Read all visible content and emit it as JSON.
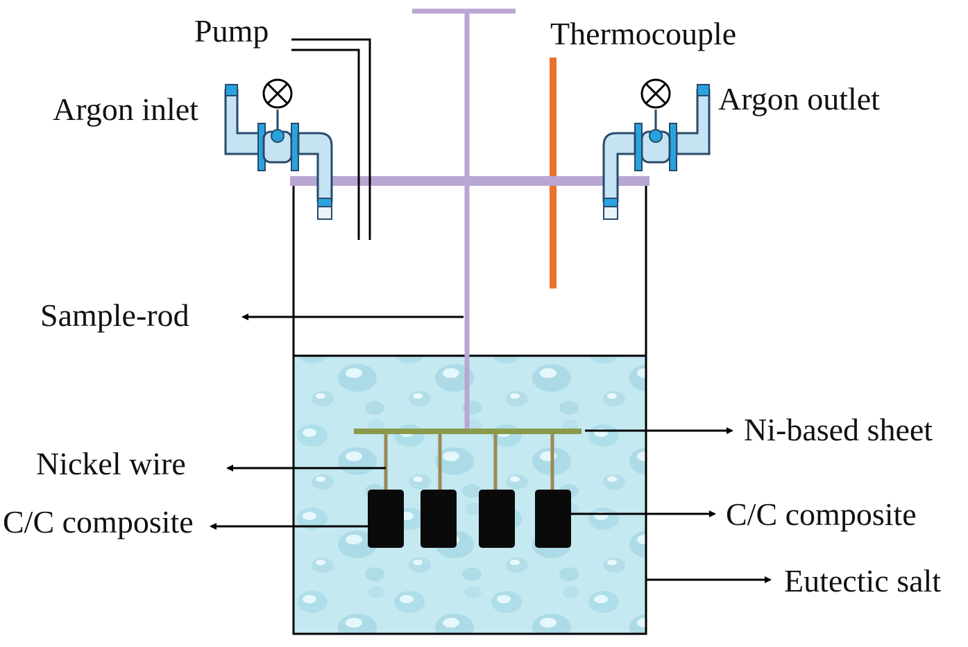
{
  "labels": {
    "pump": "Pump",
    "thermocouple": "Thermocouple",
    "argon_inlet": "Argon inlet",
    "argon_outlet": "Argon outlet",
    "sample_rod": "Sample-rod",
    "ni_based_sheet": "Ni-based sheet",
    "nickel_wire": "Nickel wire",
    "cc_composite_left": "C/C composite",
    "cc_composite_right": "C/C composite",
    "eutectic_salt": "Eutectic salt"
  },
  "colors": {
    "rod": "#b9a6d2",
    "thermocouple": "#e8732a",
    "sheet": "#8a9a4a",
    "wire": "#9a8a55",
    "salt_fill": "#bfe6ee",
    "pipe_fill": "#c6e3f3",
    "pipe_stroke": "#274a6b",
    "flange": "#29a3dd",
    "sample": "#0a0a0a"
  }
}
